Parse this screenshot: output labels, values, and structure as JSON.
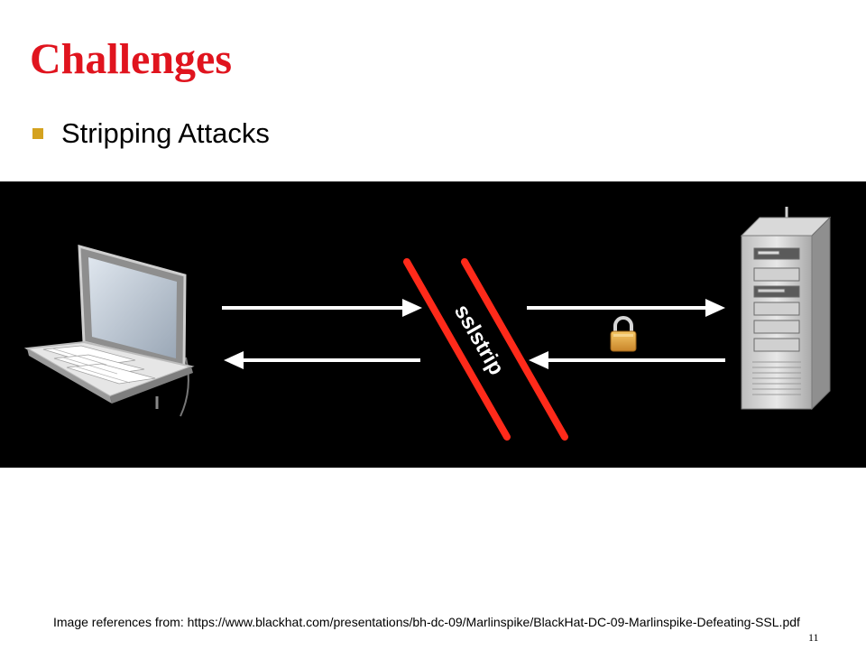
{
  "slide": {
    "title": "Challenges",
    "bullets": [
      {
        "text": "Stripping Attacks"
      }
    ],
    "diagram": {
      "label": "sslstrip",
      "icons": [
        "laptop-icon",
        "server-icon",
        "lock-icon"
      ],
      "colors": {
        "background": "#000000",
        "strip_lines": "#ff2a1a",
        "arrows": "#ffffff",
        "lock": "#e8a63a"
      }
    },
    "reference": "Image references from: https://www.blackhat.com/presentations/bh-dc-09/Marlinspike/BlackHat-DC-09-Marlinspike-Defeating-SSL.pdf",
    "page_number": "11"
  },
  "colors": {
    "title": "#e0141e",
    "bullet": "#d4a21f"
  }
}
